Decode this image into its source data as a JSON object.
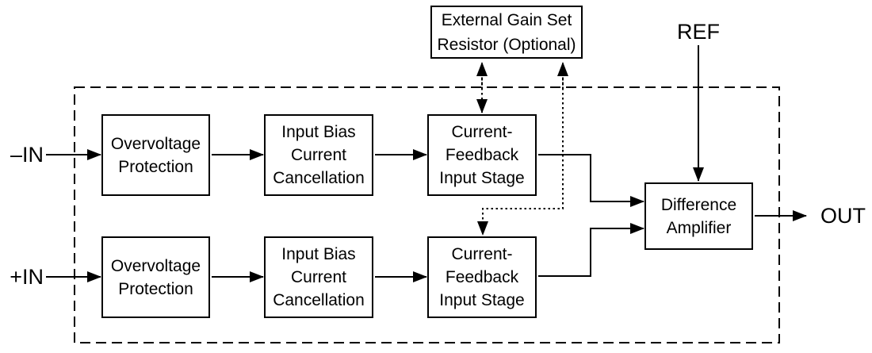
{
  "diagram": {
    "kind": "block-diagram",
    "blocks": {
      "external_gain": {
        "label": "External Gain Set\nResistor (Optional)"
      },
      "ovp_top": {
        "label": "Overvoltage\nProtection"
      },
      "ibc_top": {
        "label": "Input Bias\nCurrent\nCancellation"
      },
      "cf_top": {
        "label": "Current-\nFeedback\nInput Stage"
      },
      "ovp_bottom": {
        "label": "Overvoltage\nProtection"
      },
      "ibc_bottom": {
        "label": "Input Bias\nCurrent\nCancellation"
      },
      "cf_bottom": {
        "label": "Current-\nFeedback\nInput Stage"
      },
      "diff_amp": {
        "label": "Difference\nAmplifier"
      }
    },
    "pins": {
      "neg_in": "–IN",
      "pos_in": "+IN",
      "ref": "REF",
      "out": "OUT"
    },
    "colors": {
      "line": "#000000",
      "background": "#ffffff",
      "box_fill": "#ffffff",
      "text": "#000000"
    }
  }
}
